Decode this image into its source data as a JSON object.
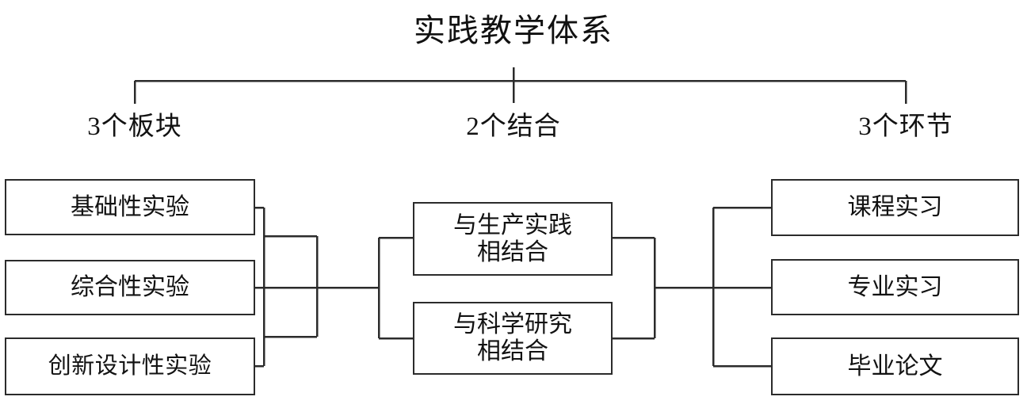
{
  "title": "实践教学体系",
  "tiers": [
    {
      "label": "3个板块"
    },
    {
      "label": "2个结合"
    },
    {
      "label": "3个环节"
    }
  ],
  "columns": {
    "left": {
      "name": "3个板块",
      "items": [
        {
          "label": "基础性实验"
        },
        {
          "label": "综合性实验"
        },
        {
          "label": "创新设计性实验"
        }
      ]
    },
    "middle": {
      "name": "2个结合",
      "items": [
        {
          "label": "与生产实践\n相结合"
        },
        {
          "label": "与科学研究\n相结合"
        }
      ]
    },
    "right": {
      "name": "3个环节",
      "items": [
        {
          "label": "课程实习"
        },
        {
          "label": "专业实习"
        },
        {
          "label": "毕业论文"
        }
      ]
    }
  },
  "style": {
    "line_color": "#2b2b2b",
    "text_color": "#121212",
    "background": "#ffffff"
  }
}
